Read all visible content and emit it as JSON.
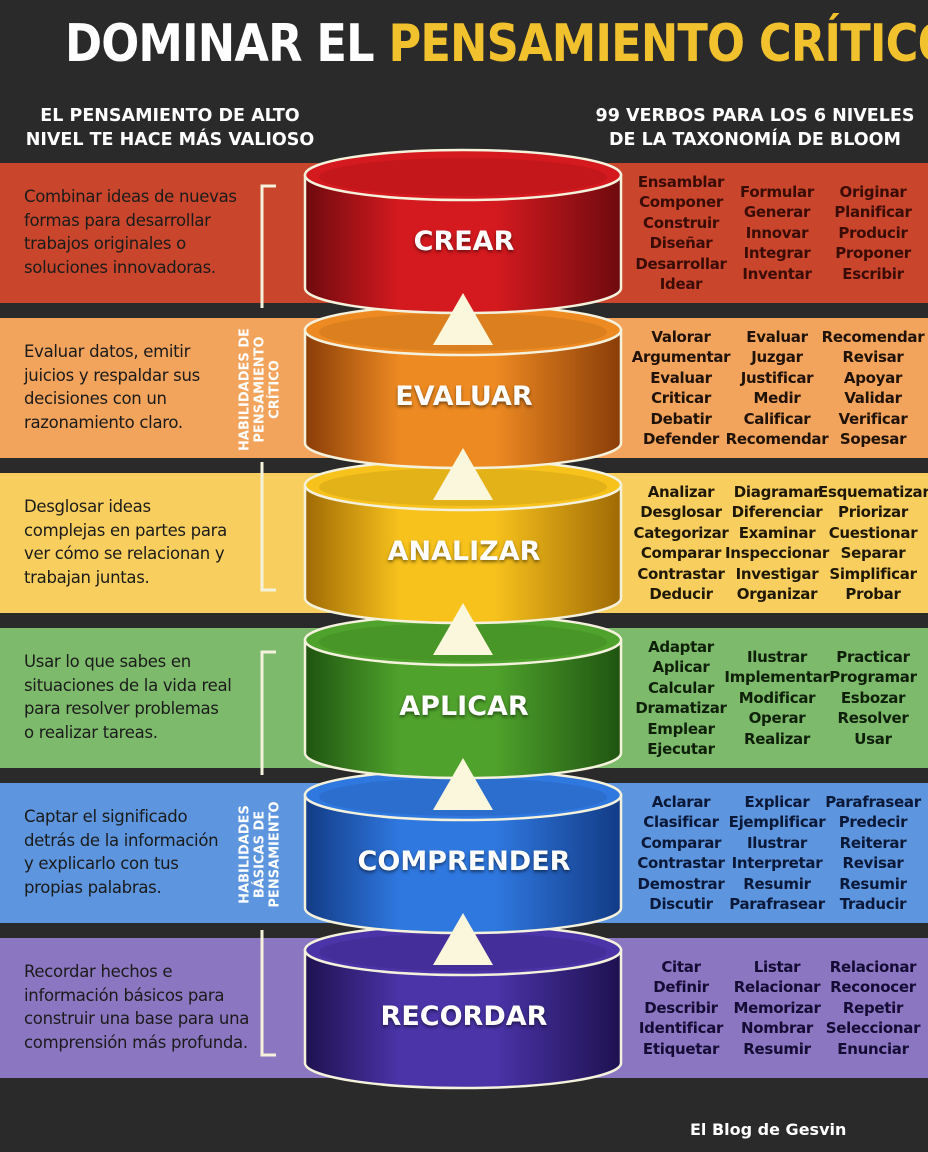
{
  "header": {
    "title_white": "DOMINAR EL",
    "title_yellow": "PENSAMIENTO CRÍTICO",
    "subtitle_left": [
      "EL PENSAMIENTO DE ALTO",
      "NIVEL TE HACE MÁS VALIOSO"
    ],
    "subtitle_right": [
      "99 VERBOS PARA LOS 6 NIVELES",
      "DE LA TAXONOMÍA DE BLOOM"
    ]
  },
  "side_labels": {
    "critical": [
      "HABILIDADES DE",
      "PENSAMIENTO",
      "CRÍTICO"
    ],
    "basic": [
      "HABILIDADES",
      "BÁSICAS DE",
      "PENSAMIENTO"
    ]
  },
  "levels": [
    {
      "name": "CREAR",
      "band": "#c9452b",
      "cyl_light": "#d51a1f",
      "cyl_dark": "#6e0a0e",
      "text": "#3a0c06",
      "description": [
        "Combinar ideas de nuevas",
        "formas para desarrollar",
        "trabajos originales o",
        "soluciones innovadoras."
      ],
      "verbs": [
        [
          "Ensamblar",
          "Componer",
          "Construir",
          "Diseñar",
          "Desarrollar",
          "Idear"
        ],
        [
          "Formular",
          "Generar",
          "Innovar",
          "Integrar",
          "Inventar"
        ],
        [
          "Originar",
          "Planificar",
          "Producir",
          "Proponer",
          "Escribir"
        ]
      ]
    },
    {
      "name": "EVALUAR",
      "band": "#f2a35c",
      "cyl_light": "#ee8a22",
      "cyl_dark": "#8a3d08",
      "text": "#1f1208",
      "description": [
        "Evaluar datos, emitir",
        "juicios y respaldar sus",
        "decisiones con un",
        "razonamiento claro."
      ],
      "verbs": [
        [
          "Valorar",
          "Argumentar",
          "Evaluar",
          "Criticar",
          "Debatir",
          "Defender"
        ],
        [
          "Evaluar",
          "Juzgar",
          "Justificar",
          "Medir",
          "Calificar",
          "Recomendar"
        ],
        [
          "Recomendar",
          "Revisar",
          "Apoyar",
          "Validar",
          "Verificar",
          "Sopesar"
        ]
      ]
    },
    {
      "name": "ANALIZAR",
      "band": "#f8cf5e",
      "cyl_light": "#f7c21c",
      "cyl_dark": "#a06a05",
      "text": "#1f1806",
      "description": [
        "Desglosar ideas",
        "complejas en partes para",
        "ver cómo se relacionan y",
        "trabajan juntas."
      ],
      "verbs": [
        [
          "Analizar",
          "Desglosar",
          "Categorizar",
          "Comparar",
          "Contrastar",
          "Deducir"
        ],
        [
          "Diagramar",
          "Diferenciar",
          "Examinar",
          "Inspeccionar",
          "Investigar",
          "Organizar"
        ],
        [
          "Esquematizar",
          "Priorizar",
          "Cuestionar",
          "Separar",
          "Simplificar",
          "Probar"
        ]
      ]
    },
    {
      "name": "APLICAR",
      "band": "#7dba6b",
      "cyl_light": "#4fa22c",
      "cyl_dark": "#1f5410",
      "text": "#0f200a",
      "description": [
        "Usar lo que sabes en",
        "situaciones de la vida real",
        "para resolver problemas",
        "o realizar tareas."
      ],
      "verbs": [
        [
          "Adaptar",
          "Aplicar",
          "Calcular",
          "Dramatizar",
          "Emplear",
          "Ejecutar"
        ],
        [
          "Ilustrar",
          "Implementar",
          "Modificar",
          "Operar",
          "Realizar"
        ],
        [
          "Practicar",
          "Programar",
          "Esbozar",
          "Resolver",
          "Usar"
        ]
      ]
    },
    {
      "name": "COMPRENDER",
      "band": "#5d95de",
      "cyl_light": "#2f78e0",
      "cyl_dark": "#123b85",
      "text": "#0b1838",
      "description": [
        "Captar el significado",
        "detrás de la información",
        "y explicarlo con tus",
        "propias palabras."
      ],
      "verbs": [
        [
          "Aclarar",
          "Clasificar",
          "Comparar",
          "Contrastar",
          "Demostrar",
          "Discutir"
        ],
        [
          "Explicar",
          "Ejemplificar",
          "Ilustrar",
          "Interpretar",
          "Resumir",
          "Parafrasear"
        ],
        [
          "Parafrasear",
          "Predecir",
          "Reiterar",
          "Revisar",
          "Resumir",
          "Traducir"
        ]
      ]
    },
    {
      "name": "RECORDAR",
      "band": "#8b76c1",
      "cyl_light": "#4a34a8",
      "cyl_dark": "#1e1150",
      "text": "#150c35",
      "description": [
        "Recordar hechos e",
        "información básicos para",
        "construir una base para una",
        "comprensión más profunda."
      ],
      "verbs": [
        [
          "Citar",
          "Definir",
          "Describir",
          "Identificar",
          "Etiquetar"
        ],
        [
          "Listar",
          "Relacionar",
          "Memorizar",
          "Nombrar",
          "Resumir"
        ],
        [
          "Relacionar",
          "Reconocer",
          "Repetir",
          "Seleccionar",
          "Enunciar"
        ]
      ]
    }
  ],
  "credit": "El Blog de Gesvin"
}
